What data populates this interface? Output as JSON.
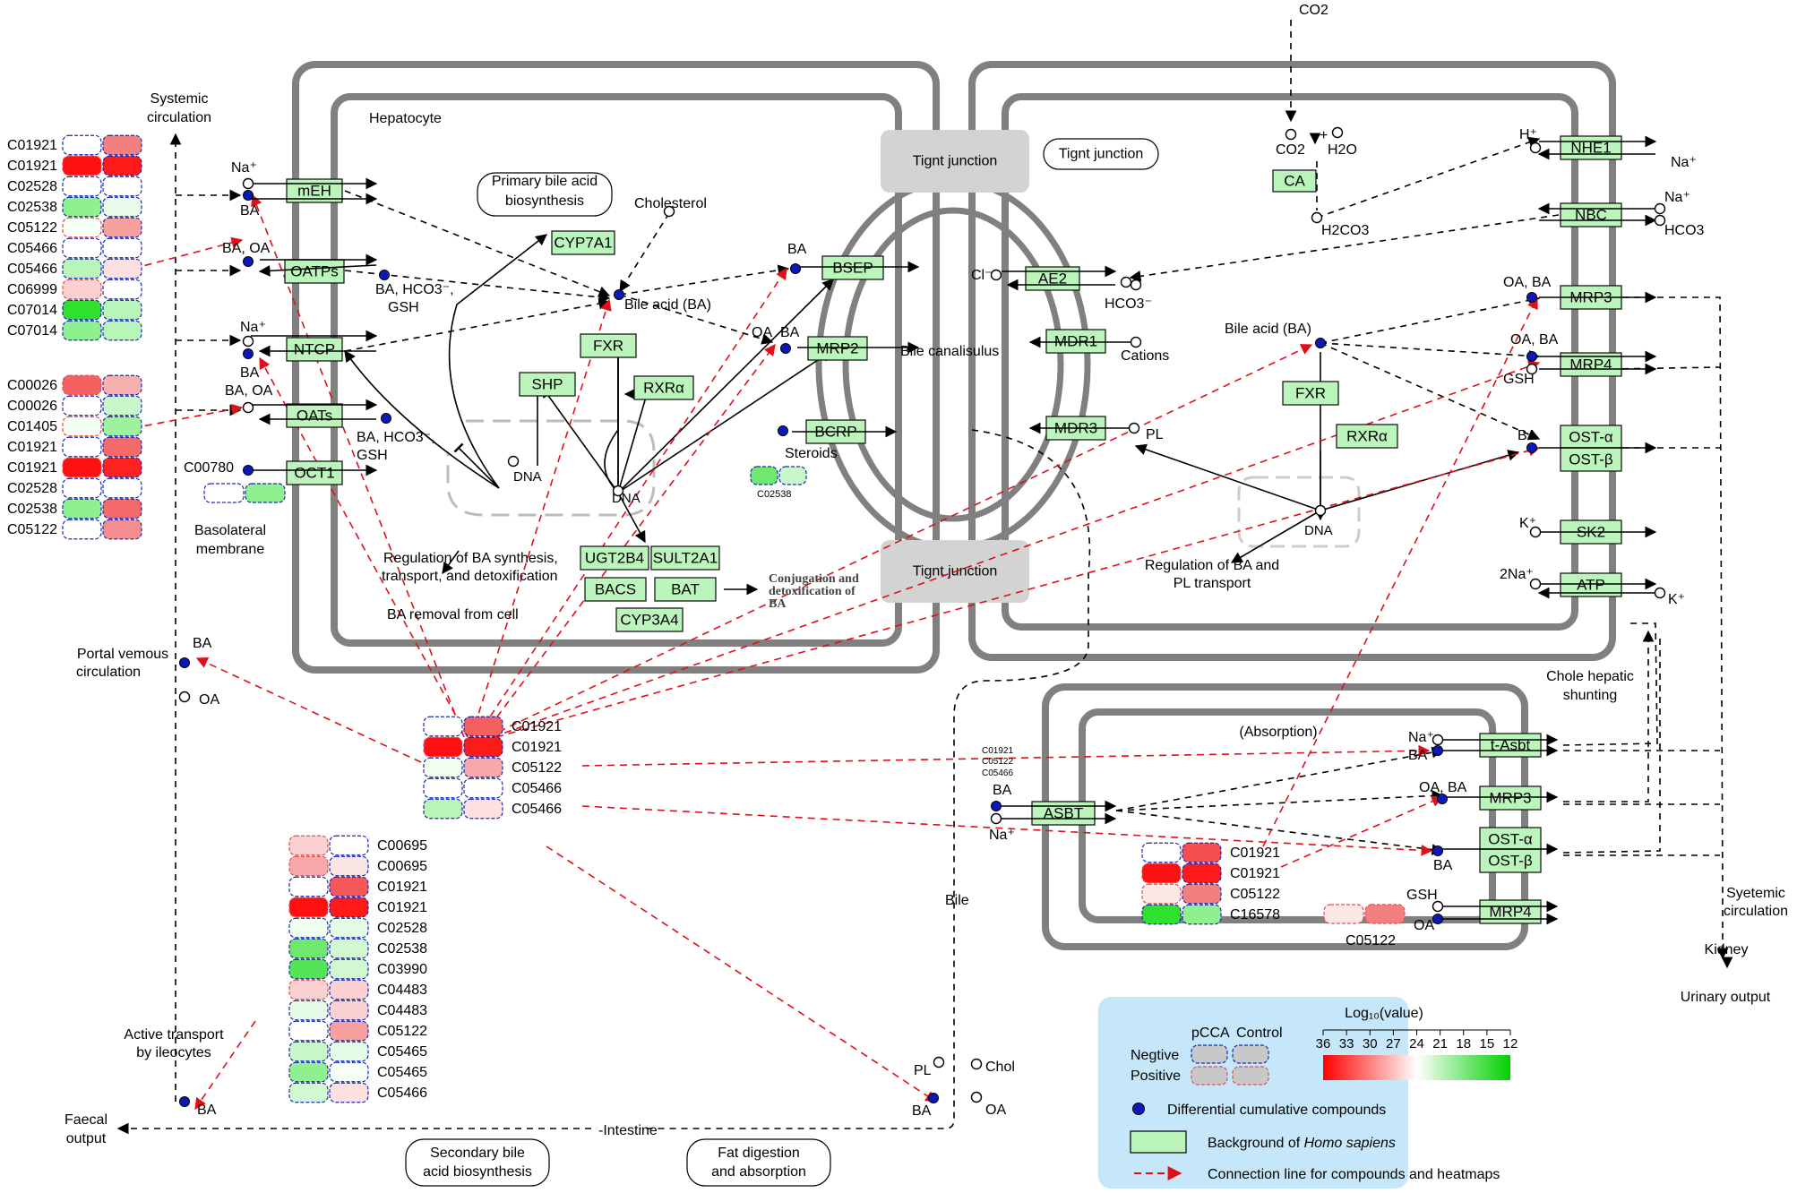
{
  "labels": {
    "hepatocyte": "Hepatocyte",
    "primary_bab_1": "Primary bile acid",
    "primary_bab_2": "biosynthesis",
    "cholesterol": "Cholesterol",
    "tight_junction": "Tignt junction",
    "bile_acid_ba": "Bile acid (BA)",
    "bile_canaliculus": "Bile canalisulus",
    "steroids": "Steroids",
    "dna": "DNA",
    "regulation_1": "Regulation of BA synthesis,",
    "regulation_2": "transport, and detoxification",
    "ba_removal": "BA removal from cell",
    "conjugation_1": "Conjugation and",
    "conjugation_2": "detoxification of",
    "conjugation_3": "BA",
    "systemic_1": "Systemic",
    "systemic_2": "circulation",
    "basolateral_1": "Basolateral",
    "basolateral_2": "membrane",
    "portal_1": "Portal vemous",
    "portal_2": "circulation",
    "active_1": "Active transport",
    "active_2": "by ileocytes",
    "faecal_1": "Faecal",
    "faecal_2": "output",
    "intestine": "-Intestine",
    "bile": "Bile",
    "secondary_1": "Secondary bile",
    "secondary_2": "acid biosynthesis",
    "fat_1": "Fat digestion",
    "fat_2": "and absorption",
    "cations": "Cations",
    "pl": "PL",
    "chol": "Chol",
    "oa": "OA",
    "ba": "BA",
    "ba_oa": "BA, OA",
    "oa_ba": "OA, BA",
    "na": "Na⁺",
    "na_plus": "Na⁺",
    "hco3_gsh_1": "BA, HCO3⁻,",
    "hco3_gsh_2": "GSH",
    "co2": "CO2",
    "h2o": "H2O",
    "h2co3": "H2CO3",
    "hco3": "HCO3⁻",
    "hco3_plain": "HCO3",
    "cl": "Cl⁻",
    "h_plus": "H⁺",
    "k_plus": "K⁺",
    "two_na": "2Na⁺",
    "gsh": "GSH",
    "plus": "+",
    "reg_ba_pl_1": "Regulation of BA and",
    "reg_ba_pl_2": "PL transport",
    "chole_1": "Chole hepatic",
    "chole_2": "shunting",
    "absorption": "(Absorption)",
    "syetemic_1": "Syetemic",
    "syetemic_2": "circulation",
    "kidney": "Kidney",
    "urinary": "Urinary output",
    "c00780": "C00780",
    "c02538_small": "C02538",
    "asbt_list": [
      "C01921",
      "C05122",
      "C05466"
    ]
  },
  "genes": {
    "meh": "mEH",
    "oatps": "OATPs",
    "ntcp": "NTCP",
    "oats": "OATs",
    "oct1": "OCT1",
    "cyp7a1": "CYP7A1",
    "fxr": "FXR",
    "shp": "SHP",
    "rxra": "RXRα",
    "bsep": "BSEP",
    "mrp2": "MRP2",
    "bcrp": "BCRP",
    "ugt2b4": "UGT2B4",
    "sult2a1": "SULT2A1",
    "bacs": "BACS",
    "bat": "BAT",
    "cyp3a4": "CYP3A4",
    "ae2": "AE2",
    "mdr1": "MDR1",
    "mdr3": "MDR3",
    "ca": "CA",
    "fxr2": "FXR",
    "rxra2": "RXRα",
    "nhe1": "NHE1",
    "nbc": "NBC",
    "mrp3": "MRP3",
    "mrp4": "MRP4",
    "ost_a": "OST-α",
    "ost_b": "OST-β",
    "sk2": "SK2",
    "atp": "ATP",
    "asbt": "ASBT",
    "tasbt": "t-Asbt",
    "mrp3b": "MRP3",
    "ost_a2": "OST-α",
    "ost_b2": "OST-β",
    "mrp4b": "MRP4"
  },
  "heatmaps": {
    "hm_left1": {
      "rows": [
        {
          "id": "C01921",
          "neg": "#ffffff",
          "pos": "#f28080"
        },
        {
          "id": "C01921",
          "neg": "#ff1010",
          "pos": "#ff1a1a"
        },
        {
          "id": "C02528",
          "neg": "#ffffff",
          "pos": "#ffffff"
        },
        {
          "id": "C02538",
          "neg": "#8ef08e",
          "pos": "#e8fbe8"
        },
        {
          "id": "C05122",
          "neg": "#f5fff5",
          "pos": "#f7a0a0"
        },
        {
          "id": "C05466",
          "neg": "#ffffff",
          "pos": "#ffffff"
        },
        {
          "id": "C05466",
          "neg": "#b8f5b8",
          "pos": "#fde0e0"
        },
        {
          "id": "C06999",
          "neg": "#fbd0d0",
          "pos": "#ffffff"
        },
        {
          "id": "C07014",
          "neg": "#2fe02f",
          "pos": "#b8f5b8"
        },
        {
          "id": "C07014",
          "neg": "#8ef08e",
          "pos": "#b8f5b8"
        }
      ]
    },
    "hm_left2": {
      "rows": [
        {
          "id": "C00026",
          "neg": "#f56060",
          "pos": "#f7b0b0"
        },
        {
          "id": "C00026",
          "neg": "#ffffff",
          "pos": "#c9f7c9"
        },
        {
          "id": "C01405",
          "neg": "#f2fff2",
          "pos": "#9ef29e"
        },
        {
          "id": "C01921",
          "neg": "#ffffff",
          "pos": "#f46a6a"
        },
        {
          "id": "C01921",
          "neg": "#ff1010",
          "pos": "#ff2020"
        },
        {
          "id": "C02528",
          "neg": "#ffffff",
          "pos": "#ffffff"
        },
        {
          "id": "C02538",
          "neg": "#8ef08e",
          "pos": "#f46a6a"
        },
        {
          "id": "C05122",
          "neg": "#ffffff",
          "pos": "#f58f8f"
        }
      ]
    },
    "hm_center": {
      "rows": [
        {
          "id": "C01921",
          "neg": "#ffffff",
          "pos": "#f46060"
        },
        {
          "id": "C01921",
          "neg": "#ff1010",
          "pos": "#ff1a1a"
        },
        {
          "id": "C05122",
          "neg": "#f0fff0",
          "pos": "#f8a8a8"
        },
        {
          "id": "C05466",
          "neg": "#ffffff",
          "pos": "#ffffff"
        },
        {
          "id": "C05466",
          "neg": "#b8f5b8",
          "pos": "#fde0e0"
        }
      ]
    },
    "hm_bottom": {
      "rows": [
        {
          "id": "C00695",
          "neg": "#fbd0d0",
          "pos": "#ffffff"
        },
        {
          "id": "C00695",
          "neg": "#f7a8a8",
          "pos": "#fbe4e4"
        },
        {
          "id": "C01921",
          "neg": "#ffffff",
          "pos": "#f45858"
        },
        {
          "id": "C01921",
          "neg": "#ff1010",
          "pos": "#ff1a1a"
        },
        {
          "id": "C02528",
          "neg": "#f0fff0",
          "pos": "#e6fbe6"
        },
        {
          "id": "C02538",
          "neg": "#6ee86e",
          "pos": "#d2f8d2"
        },
        {
          "id": "C03990",
          "neg": "#55e455",
          "pos": "#d2f8d2"
        },
        {
          "id": "C04483",
          "neg": "#fbd0d0",
          "pos": "#fbd0d0"
        },
        {
          "id": "C04483",
          "neg": "#e6fbe6",
          "pos": "#fbd0d0"
        },
        {
          "id": "C05122",
          "neg": "#ffffff",
          "pos": "#f7a0a0"
        },
        {
          "id": "C05465",
          "neg": "#c9f7c9",
          "pos": "#e6fbe6"
        },
        {
          "id": "C05465",
          "neg": "#8ef08e",
          "pos": "#f6fff6"
        },
        {
          "id": "C05466",
          "neg": "#d2f8d2",
          "pos": "#fde0e0"
        }
      ]
    },
    "hm_right": {
      "rows": [
        {
          "id": "C01921",
          "neg": "#ffffff",
          "pos": "#f45050"
        },
        {
          "id": "C01921",
          "neg": "#ff1010",
          "pos": "#ff1a1a"
        },
        {
          "id": "C05122",
          "neg": "#fde8e8",
          "pos": "#f28080"
        },
        {
          "id": "C16578",
          "neg": "#2fe02f",
          "pos": "#8ef08e"
        }
      ]
    },
    "hm_c05122": {
      "id": "C05122",
      "neg": "#fde8e8",
      "pos": "#f28080"
    },
    "hm_steroids": {
      "neg": "#6ee86e",
      "pos": "#c9f7c9"
    },
    "hm_c00780": {
      "neg": "#ffffff",
      "pos": "#8ef08e"
    }
  },
  "legend": {
    "pcca": "pCCA",
    "control": "Control",
    "negtive": "Negtive",
    "positive": "Positive",
    "scale_title": "Log₁₀(value)",
    "ticks": [
      "36",
      "33",
      "30",
      "27",
      "24",
      "21",
      "18",
      "15",
      "12"
    ],
    "diff_compounds": "Differential cumulative compounds",
    "background_pre": "Background of ",
    "background_species": "Homo sapiens",
    "connection": "Connection line for compounds and heatmaps",
    "colors": {
      "high": "#ff0000",
      "mid": "#ffffff",
      "low": "#00d000",
      "panel": "#c6e7fa"
    }
  }
}
